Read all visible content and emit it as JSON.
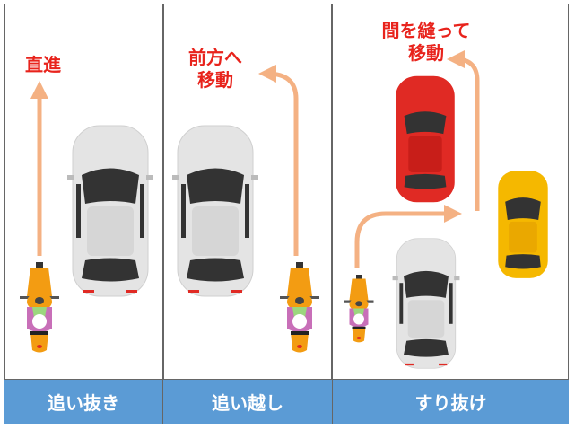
{
  "panels": [
    {
      "label": "追い抜き",
      "action_lines": [
        "直進"
      ]
    },
    {
      "label": "追い越し",
      "action_lines": [
        "前方へ",
        "移動"
      ]
    },
    {
      "label": "すり抜け",
      "action_lines": [
        "間を縫って",
        "移動"
      ]
    }
  ],
  "colors": {
    "label_bar": "#5b9bd5",
    "action_text": "#e8231c",
    "arrow": "#f4b183",
    "car_white": "#e6e6e6",
    "car_red": "#e02a24",
    "car_yellow": "#f5b800",
    "motorcycle": "#f39c12"
  }
}
